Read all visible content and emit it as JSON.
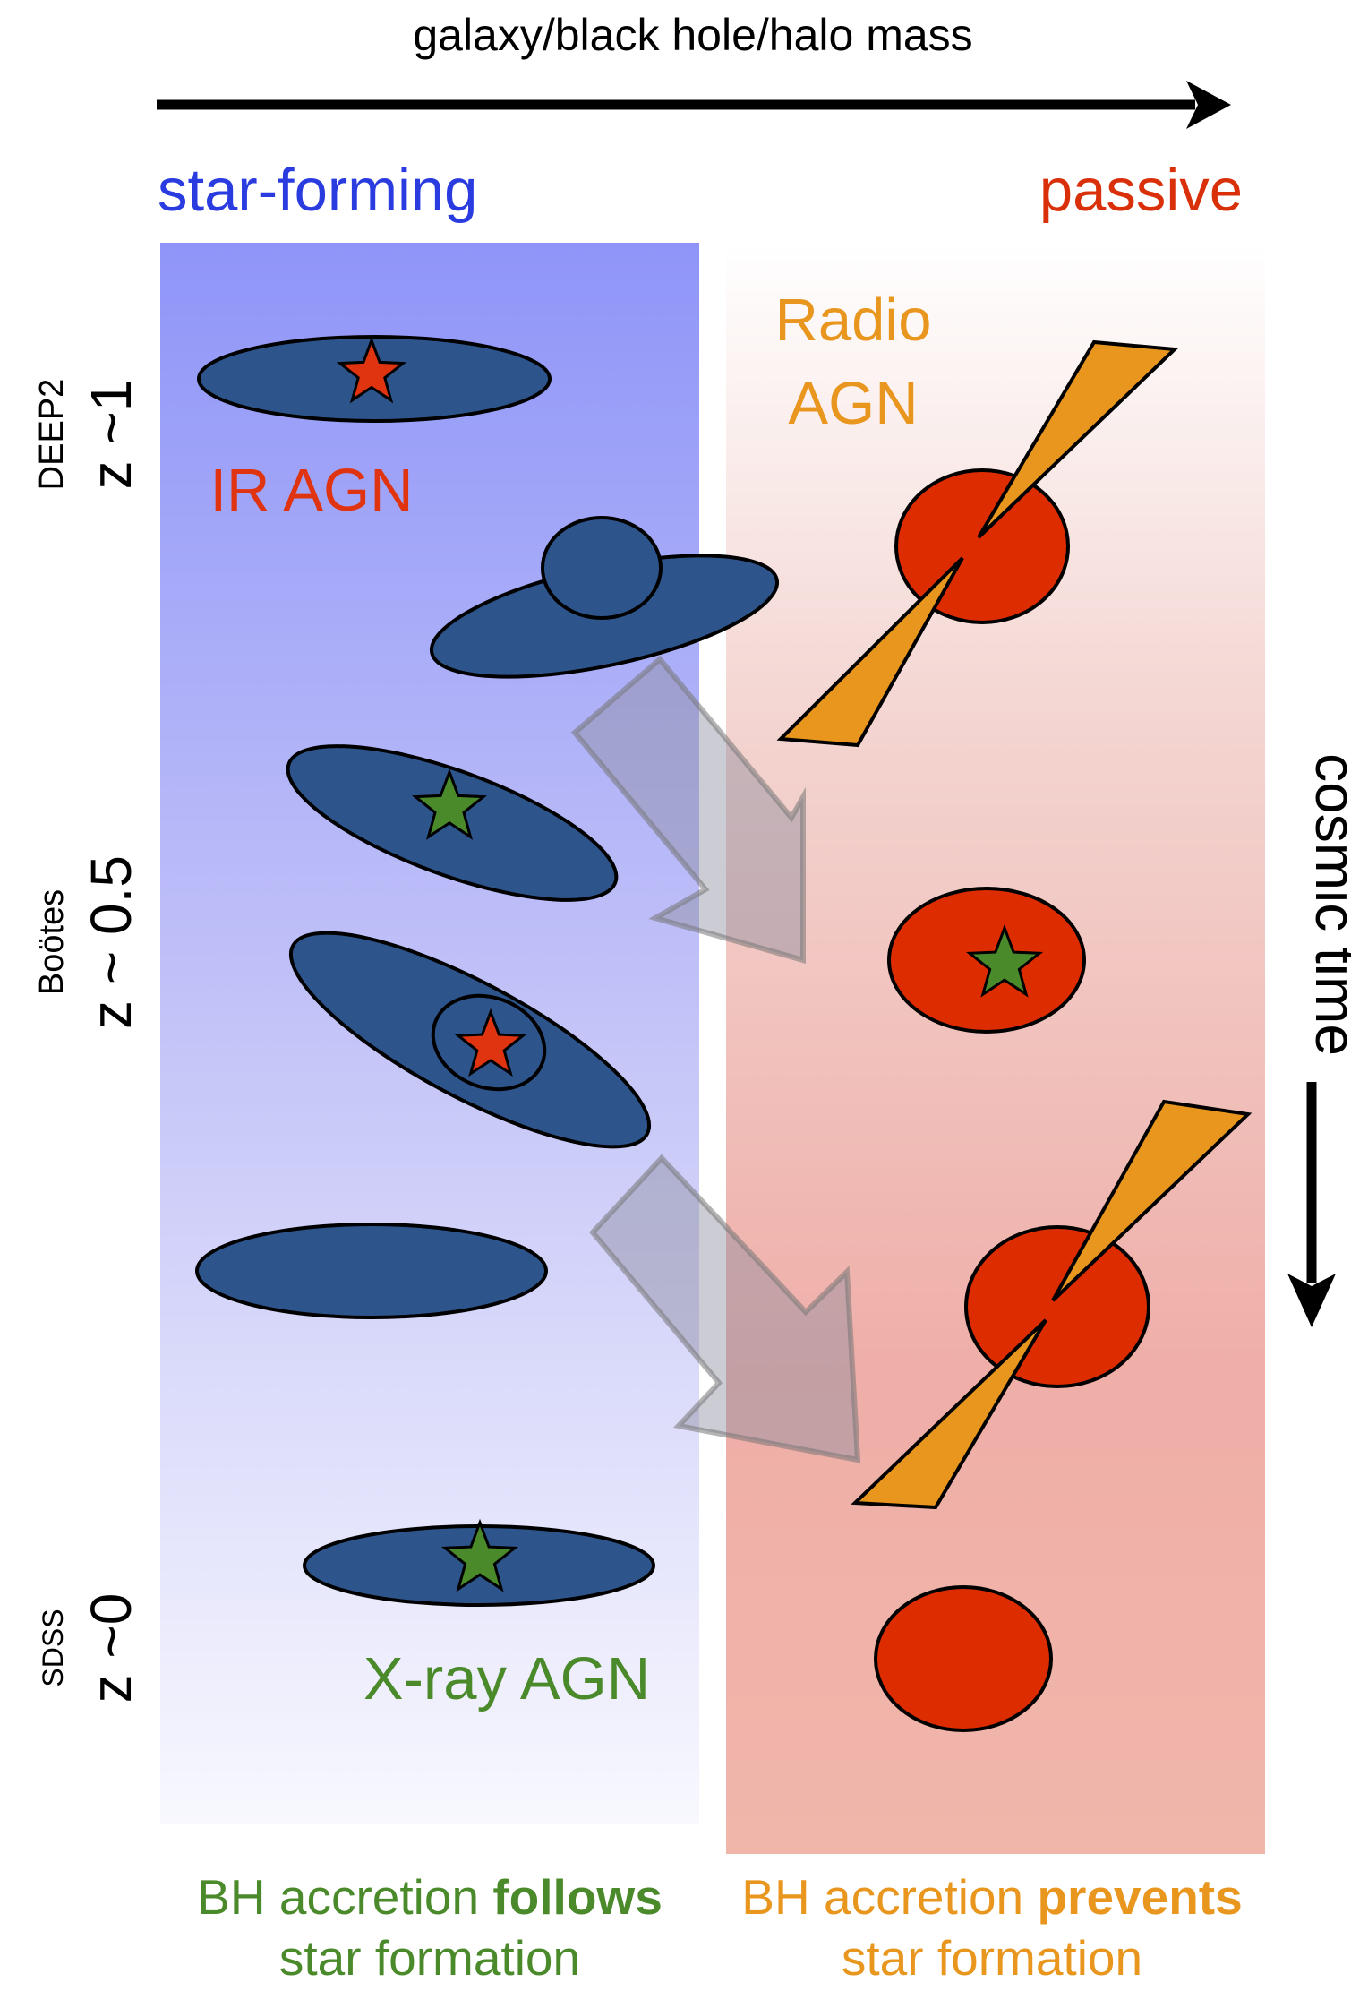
{
  "header": {
    "axis_label": "galaxy/black hole/halo mass"
  },
  "columns": {
    "left_title": "star-forming",
    "right_title": "passive"
  },
  "redshift_labels": [
    {
      "survey": "DEEP2",
      "redshift": "z ~1"
    },
    {
      "survey": "Boötes",
      "redshift": "z ~ 0.5"
    },
    {
      "survey": "SDSS",
      "redshift": "z ~0"
    }
  ],
  "time_axis": {
    "label": "cosmic time"
  },
  "agn_labels": {
    "ir": "IR AGN",
    "radio_line1": "Radio",
    "radio_line2": "AGN",
    "xray": "X-ray AGN"
  },
  "footer": {
    "left": {
      "prefix": "BH accretion ",
      "emphasis": "follows",
      "line2": "star formation"
    },
    "right": {
      "prefix": "BH accretion ",
      "emphasis": "prevents",
      "line2": "star formation"
    }
  },
  "colors": {
    "star_forming_label": "#2a3ce0",
    "passive_label": "#d9300a",
    "disk_fill": "#2e548c",
    "elliptical_fill": "#dc2c00",
    "jet_fill": "#e8961e",
    "ir_star": "#e03310",
    "xray_star": "#4a8a2a",
    "follows_text": "#4a8a2a",
    "prevents_text": "#e8961e",
    "blue_panel_top": "#8f95f8",
    "red_panel_bottom": "#eeaaa2"
  }
}
